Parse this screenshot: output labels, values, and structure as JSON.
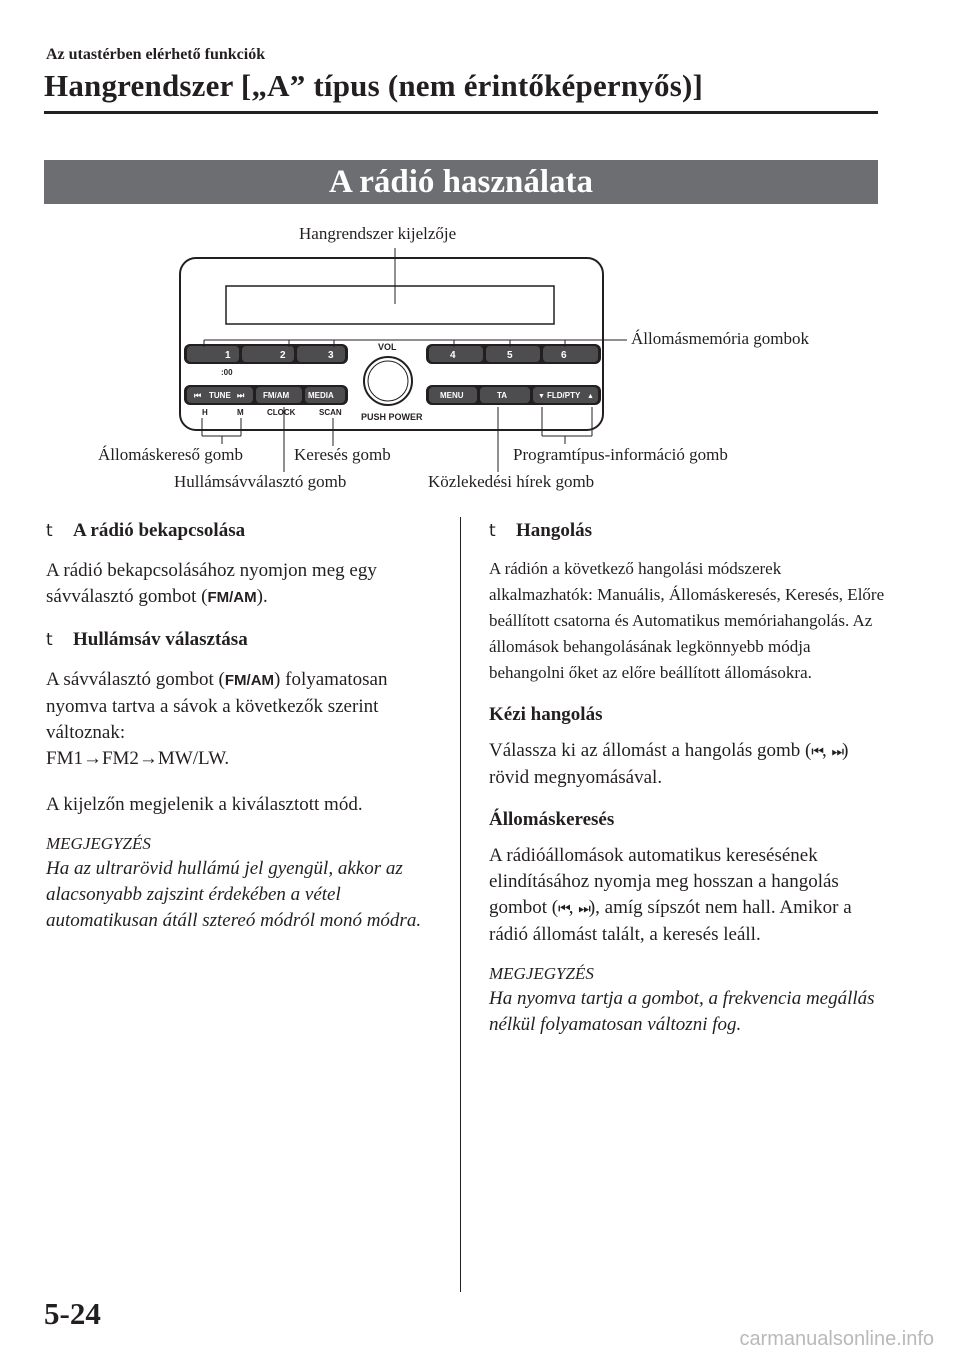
{
  "header": {
    "breadcrumb": "Az utastérben elérhető funkciók",
    "chapter_title": "Hangrendszer [„A” típus (nem érintőképernyős)]"
  },
  "section": {
    "title": "A rádió használata"
  },
  "diagram": {
    "callouts": {
      "display": "Hangrendszer kijelzője",
      "preset": "Állomásmemória gombok",
      "seek": "Állomáskereső gomb",
      "scan": "Keresés gomb",
      "band": "Hullámsávválasztó gomb",
      "ta": "Közlekedési hírek gomb",
      "pty": "Programtípus-információ gomb"
    },
    "unit_labels": {
      "vol": "VOL",
      "push_power": "PUSH POWER",
      "preset_1": "1",
      "preset_2": "2",
      "preset_3": "3",
      "preset_4": "4",
      "preset_5": "5",
      "preset_6": "6",
      "clock_mark": ":00",
      "tune": "TUNE",
      "fm_am": "FM/AM",
      "media": "MEDIA",
      "menu": "MENU",
      "ta": "TA",
      "fld_pty": "FLD/PTY",
      "h": "H",
      "m": "M",
      "clock": "CLOCK",
      "scan": "SCAN"
    }
  },
  "left_column": {
    "power": {
      "marker": "t",
      "heading": "A rádió bekapcsolása",
      "text_before": "A rádió bekapcsolásához nyomjon meg egy sávválasztó gombot (",
      "button": "FM/AM",
      "text_after": ")."
    },
    "band": {
      "marker": "t",
      "heading": "Hullámsáv választása",
      "text_before": "A sávválasztó gombot (",
      "button": "FM/AM",
      "text_after": ") folyamatosan nyomva tartva a sávok a következők szerint változnak:",
      "sequence": "FM1→FM2→MW/LW.",
      "display_text": "A kijelzőn megjelenik a kiválasztott mód."
    },
    "note": {
      "title": "MEGJEGYZÉS",
      "text": "Ha az ultrarövid hullámú jel gyengül, akkor az alacsonyabb zajszint érdekében a vétel automatikusan átáll sztereó módról monó módra."
    }
  },
  "right_column": {
    "tuning": {
      "marker": "t",
      "heading": "Hangolás",
      "intro": "A rádión a következő hangolási módszerek alkalmazhatók: Manuális, Állomáskeresés, Keresés, Előre beállított csatorna és Automatikus memóriahangolás. Az állomások behangolásának legkönnyebb módja behangolni őket az előre beállított állomásokra."
    },
    "manual": {
      "heading": "Kézi hangolás",
      "text_before": "Válassza ki az állomást a hangolás gomb (",
      "text_after": ") rövid megnyomásával."
    },
    "seek": {
      "heading": "Állomáskeresés",
      "text_before": "A rádióállomások automatikus keresésének elindításához nyomja meg hosszan a hangolás gombot (",
      "text_after": "), amíg sípszót nem hall. Amikor a rádió állomást talált, a keresés leáll."
    },
    "note": {
      "title": "MEGJEGYZÉS",
      "text": "Ha nyomva tartja a gombot, a frekvencia megállás nélkül folyamatosan változni fog."
    },
    "glyphs": {
      "prev": "⏮",
      "next": "⏭",
      "separator": ", "
    }
  },
  "footer": {
    "page_number": "5-24",
    "watermark": "carmanualsonline.info"
  }
}
